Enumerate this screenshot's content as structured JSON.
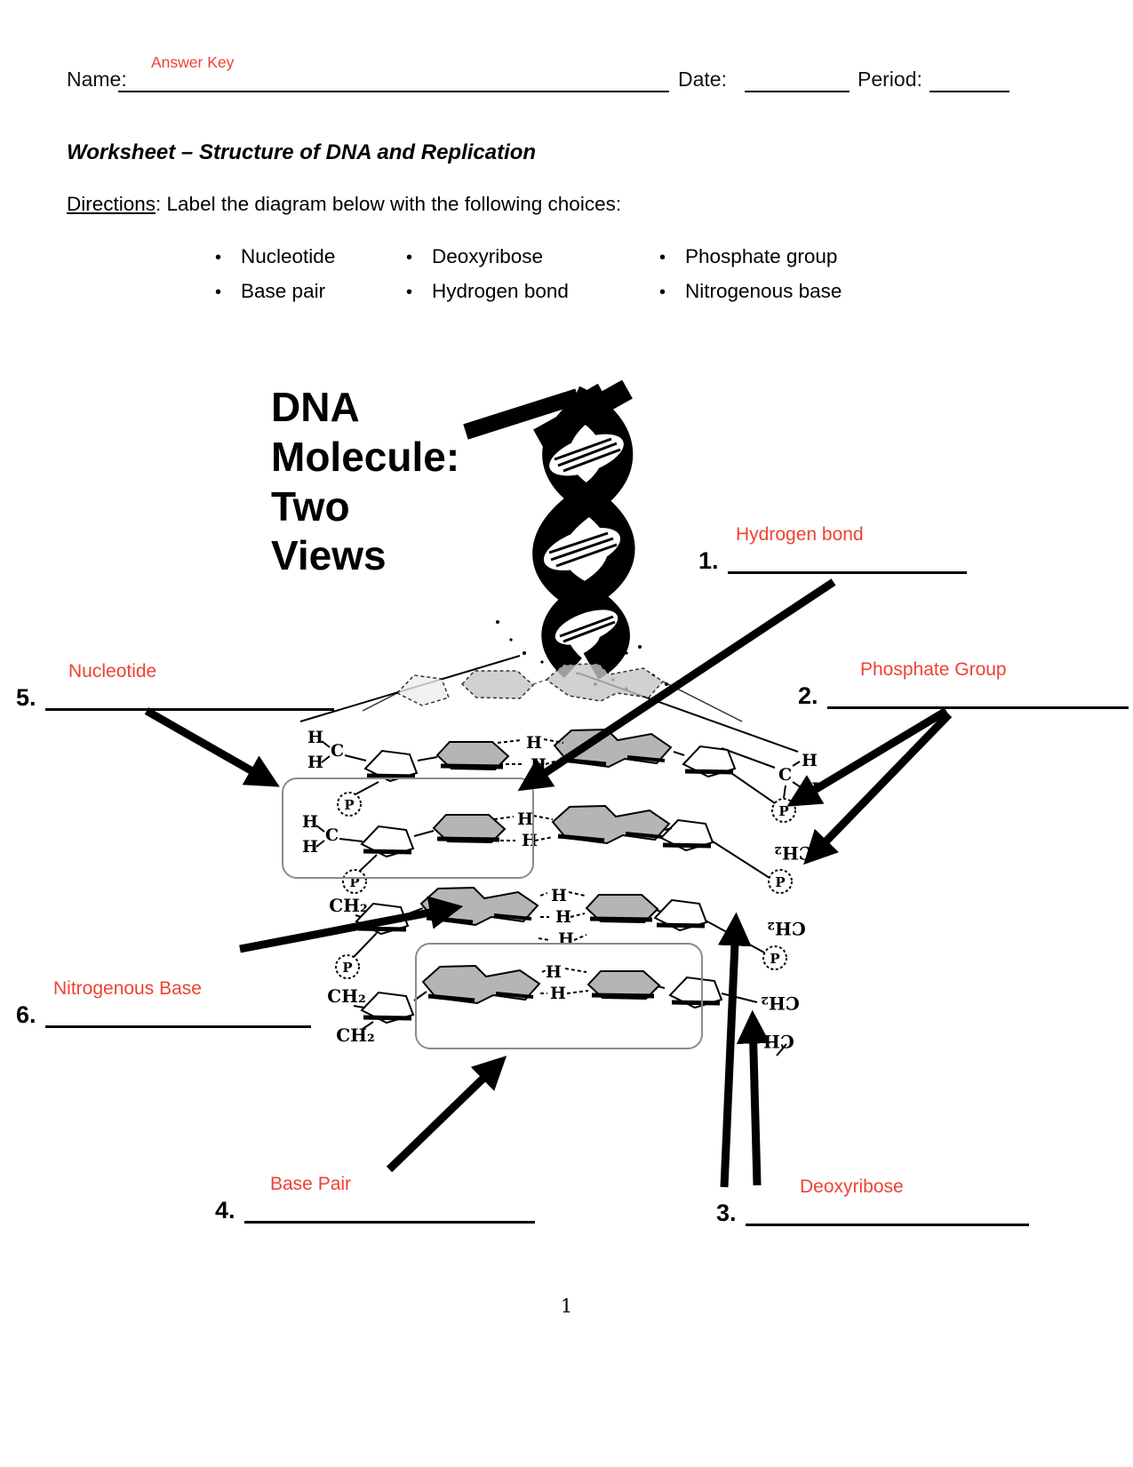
{
  "header": {
    "name_label": "Name:",
    "name_value": "Answer Key",
    "date_label": "Date:",
    "period_label": "Period:"
  },
  "title": "Worksheet – Structure of DNA and Replication",
  "directions": {
    "label": "Directions",
    "rest": ": Label the diagram below with the following choices:"
  },
  "word_bank": {
    "col1": [
      "Nucleotide",
      "Base pair"
    ],
    "col2": [
      "Deoxyribose",
      "Hydrogen bond"
    ],
    "col3": [
      "Phosphate group",
      "Nitrogenous base"
    ]
  },
  "diagram": {
    "caption_lines": [
      "DNA",
      "Molecule:",
      "Two",
      "Views"
    ],
    "atoms": {
      "h": "H",
      "c": "C",
      "p": "P",
      "ch2": "CH₂"
    }
  },
  "answers": {
    "a1": {
      "number": "1.",
      "value": "Hydrogen bond"
    },
    "a2": {
      "number": "2.",
      "value": "Phosphate Group"
    },
    "a3": {
      "number": "3.",
      "value": "Deoxyribose"
    },
    "a4": {
      "number": "4.",
      "value": "Base Pair"
    },
    "a5": {
      "number_digit": "5",
      "number_period": ".",
      "value": "Nucleotide"
    },
    "a6": {
      "number_digit": "6",
      "number_period": ".",
      "value": "Nitrogenous Base"
    }
  },
  "footer": {
    "page_number": "1"
  },
  "colors": {
    "answer_red": "#ee4233",
    "ink": "#000000",
    "base_gray": "#b5b5b5"
  }
}
